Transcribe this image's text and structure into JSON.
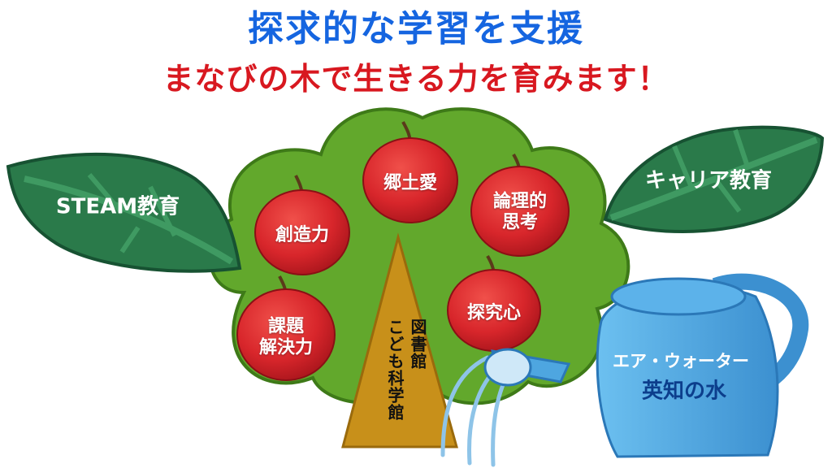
{
  "title": {
    "line1": "探求的な学習を支援",
    "line2_part1": "まなびの木で",
    "line2_part2": "生きる力を育みます！"
  },
  "leaves": {
    "left": "STEAM教育",
    "right": "キャリア教育"
  },
  "apples": [
    {
      "id": "kyodo-ai",
      "lines": [
        "郷土愛"
      ]
    },
    {
      "id": "sozo-ryoku",
      "lines": [
        "創造力"
      ]
    },
    {
      "id": "ronriteki-shiko",
      "lines": [
        "論理的",
        "思考"
      ]
    },
    {
      "id": "kadai-kaiketsu",
      "lines": [
        "課題",
        "解決力"
      ]
    },
    {
      "id": "tankyushin",
      "lines": [
        "探究心"
      ]
    }
  ],
  "trunk": {
    "col_right": "図書館",
    "col_left": "こども科学館"
  },
  "watering_can": {
    "line1": "エア・ウォーター",
    "line2": "英知の水"
  },
  "colors": {
    "title_blue": "#1565e0",
    "title_red": "#d81820",
    "foliage": "#62a82c",
    "leaf": "#2a7a4a",
    "apple": "#d8262b",
    "trunk": "#c8901a",
    "can": "#4ea6e0",
    "can_text_dark": "#0c3e8c"
  }
}
